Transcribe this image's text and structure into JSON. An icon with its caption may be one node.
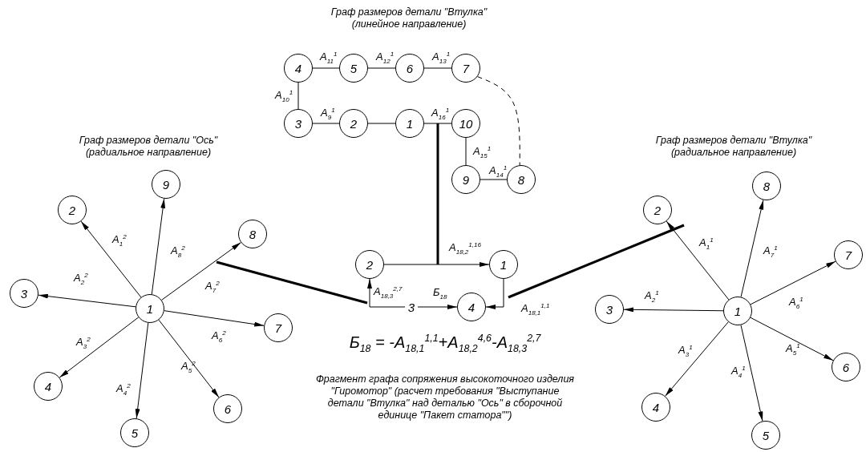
{
  "diagram": {
    "caption": "Фрагмент графа сопряжения высокоточного изделия \"Гиромотор\" (расчет требования \"Выступание детали \"Втулка\" над деталью \"Ось\" в сборочной единице \"Пакет статора\"\")",
    "nodes": [
      {
        "text": [
          "4"
        ]
      },
      {
        "text": [
          "5"
        ]
      },
      {
        "text": [
          "6"
        ]
      },
      {
        "text": [
          "7"
        ]
      },
      {
        "text": [
          "3"
        ]
      },
      {
        "text": [
          "2"
        ]
      },
      {
        "text": [
          "1"
        ]
      },
      {
        "text": [
          "10"
        ]
      },
      {
        "text": [
          "9"
        ]
      },
      {
        "text": [
          "8"
        ]
      },
      {
        "text": [
          "2"
        ]
      },
      {
        "text": [
          "9"
        ]
      },
      {
        "text": [
          "8"
        ]
      },
      {
        "text": [
          "3"
        ]
      },
      {
        "text": [
          "1"
        ]
      },
      {
        "text": [
          "7"
        ]
      },
      {
        "text": [
          "4"
        ]
      },
      {
        "text": [
          "6"
        ]
      },
      {
        "text": [
          "5"
        ]
      },
      {
        "text": [
          "2"
        ]
      },
      {
        "text": [
          "1"
        ]
      },
      {
        "text": [
          "3"
        ]
      },
      {
        "text": [
          "4"
        ]
      },
      {
        "text": [
          "2"
        ]
      },
      {
        "text": [
          "8"
        ]
      },
      {
        "text": [
          "7"
        ]
      },
      {
        "text": [
          "3"
        ]
      },
      {
        "text": [
          "1"
        ]
      },
      {
        "text": [
          "6"
        ]
      },
      {
        "text": [
          "4"
        ]
      },
      {
        "text": [
          "5"
        ]
      }
    ],
    "edges": [
      {
        "from": 0,
        "to": 1,
        "arrow": "none",
        "label": "А$_{11}$$^{1}$"
      },
      {
        "from": 1,
        "to": 2,
        "arrow": "none",
        "label": "А$_{12}$$^{1}$"
      },
      {
        "from": 2,
        "to": 3,
        "arrow": "none",
        "label": "А$_{13}$$^{1}$"
      },
      {
        "from": 0,
        "to": 4,
        "arrow": "none",
        "label": "А$_{10}$$^{1}$"
      },
      {
        "from": 4,
        "to": 5,
        "arrow": "none",
        "label": "А$_{9}$$^{1}$"
      },
      {
        "from": 5,
        "to": 6,
        "arrow": "none"
      },
      {
        "from": 6,
        "to": 7,
        "arrow": "none",
        "label": "А$_{16}$$^{1}$"
      },
      {
        "from": 7,
        "to": 8,
        "arrow": "none",
        "label": "А$_{15}$$^{1}$"
      },
      {
        "from": 8,
        "to": 9,
        "arrow": "none",
        "label": "А$_{14}$$^{1}$"
      },
      {
        "from": 3,
        "to": 9,
        "arrow": "none",
        "style": "dashed"
      },
      {
        "from": 14,
        "to": 10,
        "arrow": "to",
        "label": "А$_{1}$$^{2}$"
      },
      {
        "from": 14,
        "to": 13,
        "arrow": "to",
        "label": "А$_{2}$$^{2}$"
      },
      {
        "from": 14,
        "to": 16,
        "arrow": "to",
        "label": "А$_{3}$$^{2}$"
      },
      {
        "from": 14,
        "to": 18,
        "arrow": "to",
        "label": "А$_{4}$$^{2}$"
      },
      {
        "from": 14,
        "to": 17,
        "arrow": "to",
        "label": "А$_{5}$$^{2}$"
      },
      {
        "from": 14,
        "to": 15,
        "arrow": "to",
        "label": "А$_{6}$$^{2}$"
      },
      {
        "from": 14,
        "to": 12,
        "arrow": "to",
        "label": "А$_{7}$$^{2}$"
      },
      {
        "from": 14,
        "to": 11,
        "arrow": "to",
        "label": "А$_{8}$$^{2}$"
      },
      {
        "from": 19,
        "to": 20,
        "arrow": "to",
        "label": "А$_{18,2}$$^{1,16}$"
      },
      {
        "from": 21,
        "to": 19,
        "arrow": "to",
        "label": "А$_{18,3}$$^{2,7}$"
      },
      {
        "from": 20,
        "to": 22,
        "arrow": "to",
        "label": "А$_{18,1}$$^{1,1}$"
      },
      {
        "from": 21,
        "to": 22,
        "arrow": "to",
        "label": "Б$_{18}$"
      },
      {
        "from": 27,
        "to": 23,
        "arrow": "to",
        "label": "А$_{1}$$^{1}$"
      },
      {
        "from": 27,
        "to": 26,
        "arrow": "to",
        "label": "А$_{2}$$^{1}$"
      },
      {
        "from": 27,
        "to": 29,
        "arrow": "to",
        "label": "А$_{3}$$^{1}$"
      },
      {
        "from": 27,
        "to": 30,
        "arrow": "to",
        "label": "А$_{4}$$^{1}$"
      },
      {
        "from": 27,
        "to": 28,
        "arrow": "to",
        "label": "А$_{5}$$^{1}$"
      },
      {
        "from": 27,
        "to": 25,
        "arrow": "to",
        "label": "А$_{6}$$^{1}$"
      },
      {
        "from": 27,
        "to": 24,
        "arrow": "to",
        "label": "А$_{7}$$^{1}$"
      }
    ],
    "labels": [
      "Граф размеров детали \"Втулка\" (линейное направление)",
      "Граф размеров детали \"Ось\" (радиальное направление)",
      "Граф размеров детали \"Втулка\" (радиальное направление)",
      "Б$_{18}$ = -А$_{18,1}$$^{1,1}$+А$_{18,2}$$^{4,6}$-А$_{18,3}$$^{2,7}$"
    ]
  }
}
